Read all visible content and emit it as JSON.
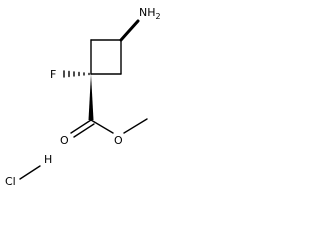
{
  "molecule": {
    "labels": {
      "amine": "NH",
      "amine_subscript": "2",
      "fluorine": "F",
      "carbonyl_oxygen": "O",
      "ester_oxygen": "O",
      "chlorine": "Cl",
      "hydrogen": "H"
    },
    "colors": {
      "bond": "#000000",
      "label": "#000000",
      "background": "#ffffff"
    }
  }
}
